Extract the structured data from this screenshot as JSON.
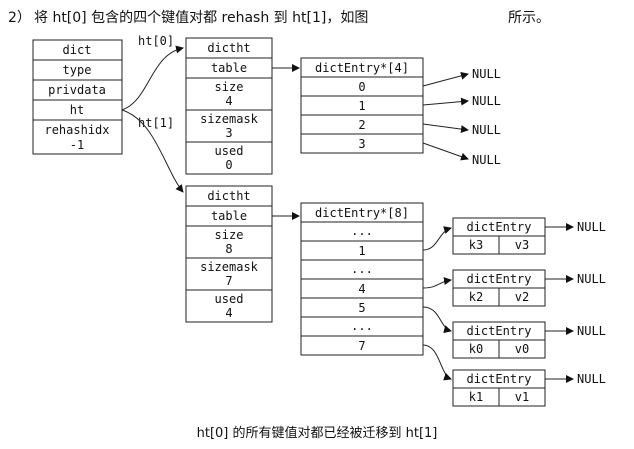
{
  "heading": {
    "prefix": "2）",
    "text": "将 ht[0] 包含的四个键值对都 rehash 到 ht[1]，如图",
    "suffix": "所示。"
  },
  "caption": "ht[0] 的所有键值对都已经被迁移到 ht[1]",
  "dict": {
    "title": "dict",
    "fields": [
      "type",
      "privdata",
      "ht"
    ],
    "rehashidx_label": "rehashidx",
    "rehashidx_value": "-1"
  },
  "pointer_labels": {
    "ht0": "ht[0]",
    "ht1": "ht[1]"
  },
  "dictht0": {
    "title": "dictht",
    "table": "table",
    "size_label": "size",
    "size": "4",
    "sizemask_label": "sizemask",
    "sizemask": "3",
    "used_label": "used",
    "used": "0"
  },
  "dictht1": {
    "title": "dictht",
    "table": "table",
    "size_label": "size",
    "size": "8",
    "sizemask_label": "sizemask",
    "sizemask": "7",
    "used_label": "used",
    "used": "4"
  },
  "table0": {
    "title": "dictEntry*[4]",
    "slots": [
      "0",
      "1",
      "2",
      "3"
    ]
  },
  "table1": {
    "title": "dictEntry*[8]",
    "slots": [
      "...",
      "1",
      "...",
      "4",
      "5",
      "...",
      "7"
    ]
  },
  "null_label": "NULL",
  "entries": [
    {
      "title": "dictEntry",
      "key": "k3",
      "value": "v3"
    },
    {
      "title": "dictEntry",
      "key": "k2",
      "value": "v2"
    },
    {
      "title": "dictEntry",
      "key": "k0",
      "value": "v0"
    },
    {
      "title": "dictEntry",
      "key": "k1",
      "value": "v1"
    }
  ]
}
